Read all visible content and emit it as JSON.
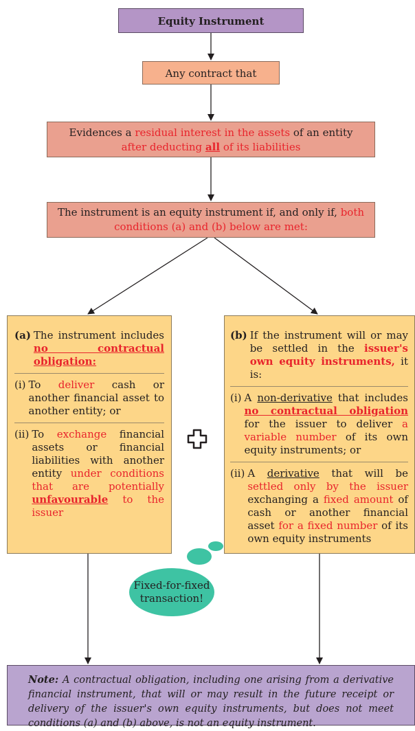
{
  "title": "Equity Instrument",
  "step1": "Any contract that",
  "step2": {
    "a": "Evidences a ",
    "b": "residual interest in the assets",
    "c": " of an entity",
    "d": "after deducting ",
    "e": "all",
    "f": " of its liabilities"
  },
  "step3": {
    "a": "The instrument is an equity instrument if, and only if, ",
    "b": "both",
    "c": "conditions (a) and (b) below are met:"
  },
  "panel_a": {
    "head_label": "(a)",
    "head_a": "The instrument includes ",
    "head_b": "no contractual obligation:",
    "i_label": "(i)",
    "i_a": "To ",
    "i_b": "deliver",
    "i_c": " cash or another financial asset to another entity; or",
    "ii_label": "(ii)",
    "ii_a": "To ",
    "ii_b": "exchange",
    "ii_c": " financial assets or financial liabilities with another entity ",
    "ii_d": "under conditions that are potentially ",
    "ii_e": "unfavourable",
    "ii_f": " to the issuer"
  },
  "panel_b": {
    "head_label": "(b)",
    "head_a": "If the instrument will or may be settled in the ",
    "head_b": "issuer's own equity instruments,",
    "head_c": " it is:",
    "i_label": "(i)",
    "i_a": "A ",
    "i_b": "non-derivative",
    "i_c": " that includes ",
    "i_d": "no contractual obligation",
    "i_e": " for the issuer to deliver ",
    "i_f": "a variable number",
    "i_g": " of its own equity instruments; or",
    "ii_label": "(ii)",
    "ii_a": "A ",
    "ii_b": "derivative",
    "ii_c": " that will be ",
    "ii_d": "settled only by the issuer",
    "ii_e": " exchanging a ",
    "ii_f": "fixed amount",
    "ii_g": " of cash or another financial asset ",
    "ii_h": "for a fixed number",
    "ii_i": " of its own equity instruments"
  },
  "bubble": {
    "line1": "Fixed-for-fixed",
    "line2": "transaction!",
    "color": "#3ec3a3"
  },
  "note": {
    "label": "Note:",
    "text": " A contractual obligation, including one arising from a derivative financial instrument, that will or may result in the future receipt or delivery of the issuer's own equity instruments, but does not meet conditions (a) and (b) above, is not an equity instrument."
  },
  "colors": {
    "title_fill": "#b495c6",
    "step1_fill": "#f7b18d",
    "step_fill": "#eaa08f",
    "panel_fill": "#fdd688",
    "note_fill": "#b9a4cf",
    "highlight_red": "#e8242c"
  },
  "icons": [
    "plus-outline-icon"
  ]
}
